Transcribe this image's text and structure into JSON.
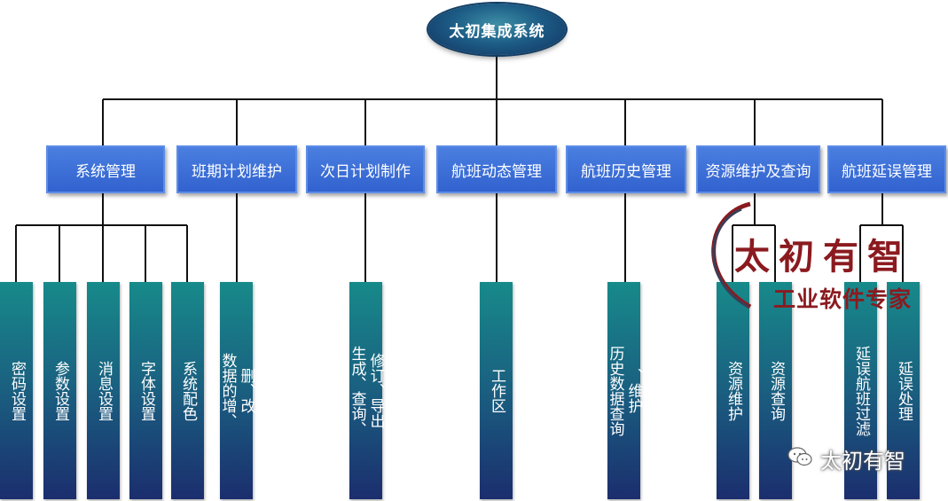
{
  "root": {
    "label": "太初集成系统"
  },
  "categories": [
    {
      "label": "系统管理"
    },
    {
      "label": "班期计划维护"
    },
    {
      "label": "次日计划制作"
    },
    {
      "label": "航班动态管理"
    },
    {
      "label": "航班历史管理"
    },
    {
      "label": "资源维护及查询"
    },
    {
      "label": "航班延误管理"
    }
  ],
  "leaves": {
    "mima": "密码设置",
    "canshu": "参数设置",
    "xiaoxi": "消息设置",
    "ziti": "字体设置",
    "peise": "系统配色",
    "zengshan_a": "数据的增、",
    "zengshan_b": "删、改",
    "shengcheng_a": "生成、查询、",
    "shengcheng_b": "修订、导出",
    "gongzuo": "工作区",
    "lishi_a": "历史数据查询",
    "lishi_b": "、维护",
    "ziyuan_weihu": "资源维护",
    "ziyuan_chaxun": "资源查询",
    "yanwu_a": "延误航班过滤",
    "yanwu_chuli": "延误处理"
  },
  "watermark": {
    "brand": "太初有智",
    "slogan": "工业软件专家",
    "wechat_label": "太初有智"
  },
  "colors": {
    "category_blue": "#3a6bd6",
    "leaf_teal": "#178a8a",
    "leaf_navy": "#1b2e6e",
    "watermark_red": "#8b1a1f"
  }
}
